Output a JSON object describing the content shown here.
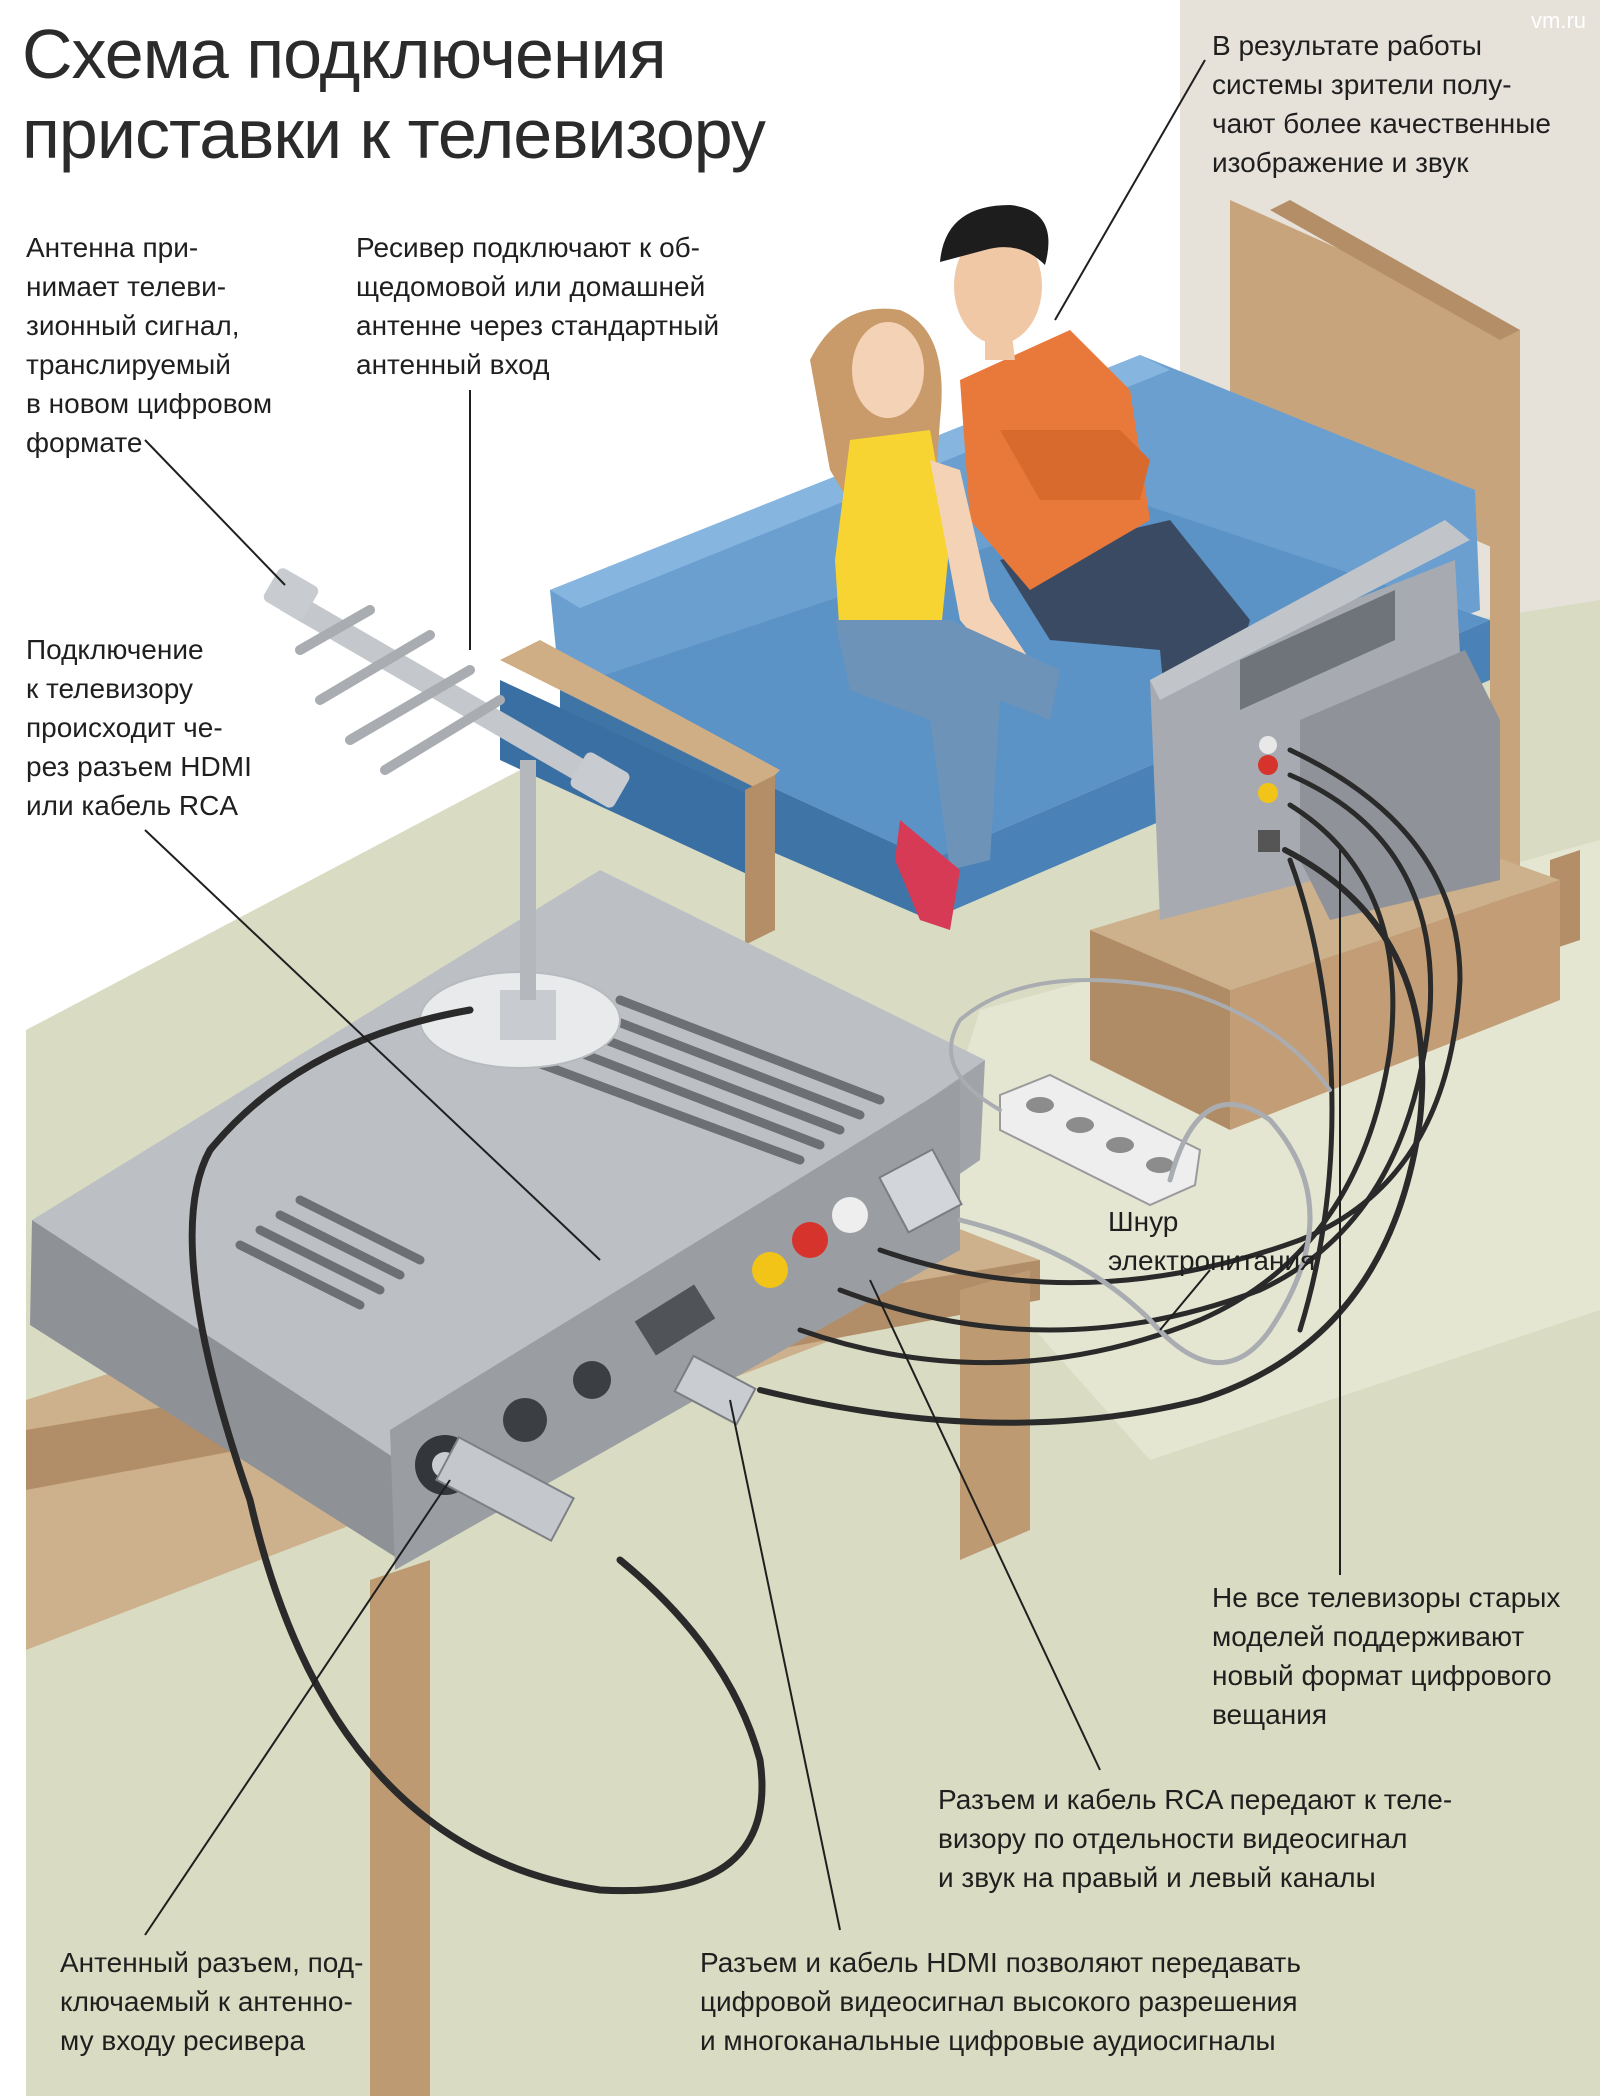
{
  "title": {
    "line1": "Схема подключения",
    "line2": "приставки к телевизору"
  },
  "credit": "vm.ru",
  "callouts": {
    "antenna": [
      "Антенна при-",
      "нимает телеви-",
      "зионный сигнал,",
      "транслируемый",
      "в новом цифровом",
      "формате"
    ],
    "receiver": [
      "Ресивер подключают к об-",
      "щедомовой или домашней",
      "антенне через стандартный",
      "антенный вход"
    ],
    "result": [
      "В результате работы",
      "системы зрители полу-",
      "чают более качественные",
      "изображение и звук"
    ],
    "connection": [
      "Подключение",
      "к телевизору",
      "происходит че-",
      "рез разъем HDMI",
      "или кабель RCA"
    ],
    "power": [
      "Шнур",
      "электропитания"
    ],
    "old_tv": [
      "Не все телевизоры старых",
      "моделей поддерживают",
      "новый формат цифрового",
      "вещания"
    ],
    "rca": [
      "Разъем и кабель RCA передают к теле-",
      "визору по отдельности видеосигнал",
      "и звук на правый и левый каналы"
    ],
    "antenna_jack": [
      "Антенный разъем, под-",
      "ключаемый к антенно-",
      "му входу ресивера"
    ],
    "hdmi": [
      "Разъем и кабель HDMI позволяют передавать",
      "цифровой видеосигнал высокого разрешения",
      "и многоканальные цифровые аудиосигналы"
    ]
  },
  "colors": {
    "floor": "#d9dcc2",
    "wall": "#e6e1d9",
    "sofa": "#5b93c7",
    "wood": "#c5a27a",
    "device": "#9ea1a6",
    "cable": "#2a2a2a",
    "rca_red": "#d6332c",
    "rca_yellow": "#f2c418",
    "shirt_orange": "#e8793a",
    "top_yellow": "#f7d431",
    "jeans": "#6d93b8"
  }
}
